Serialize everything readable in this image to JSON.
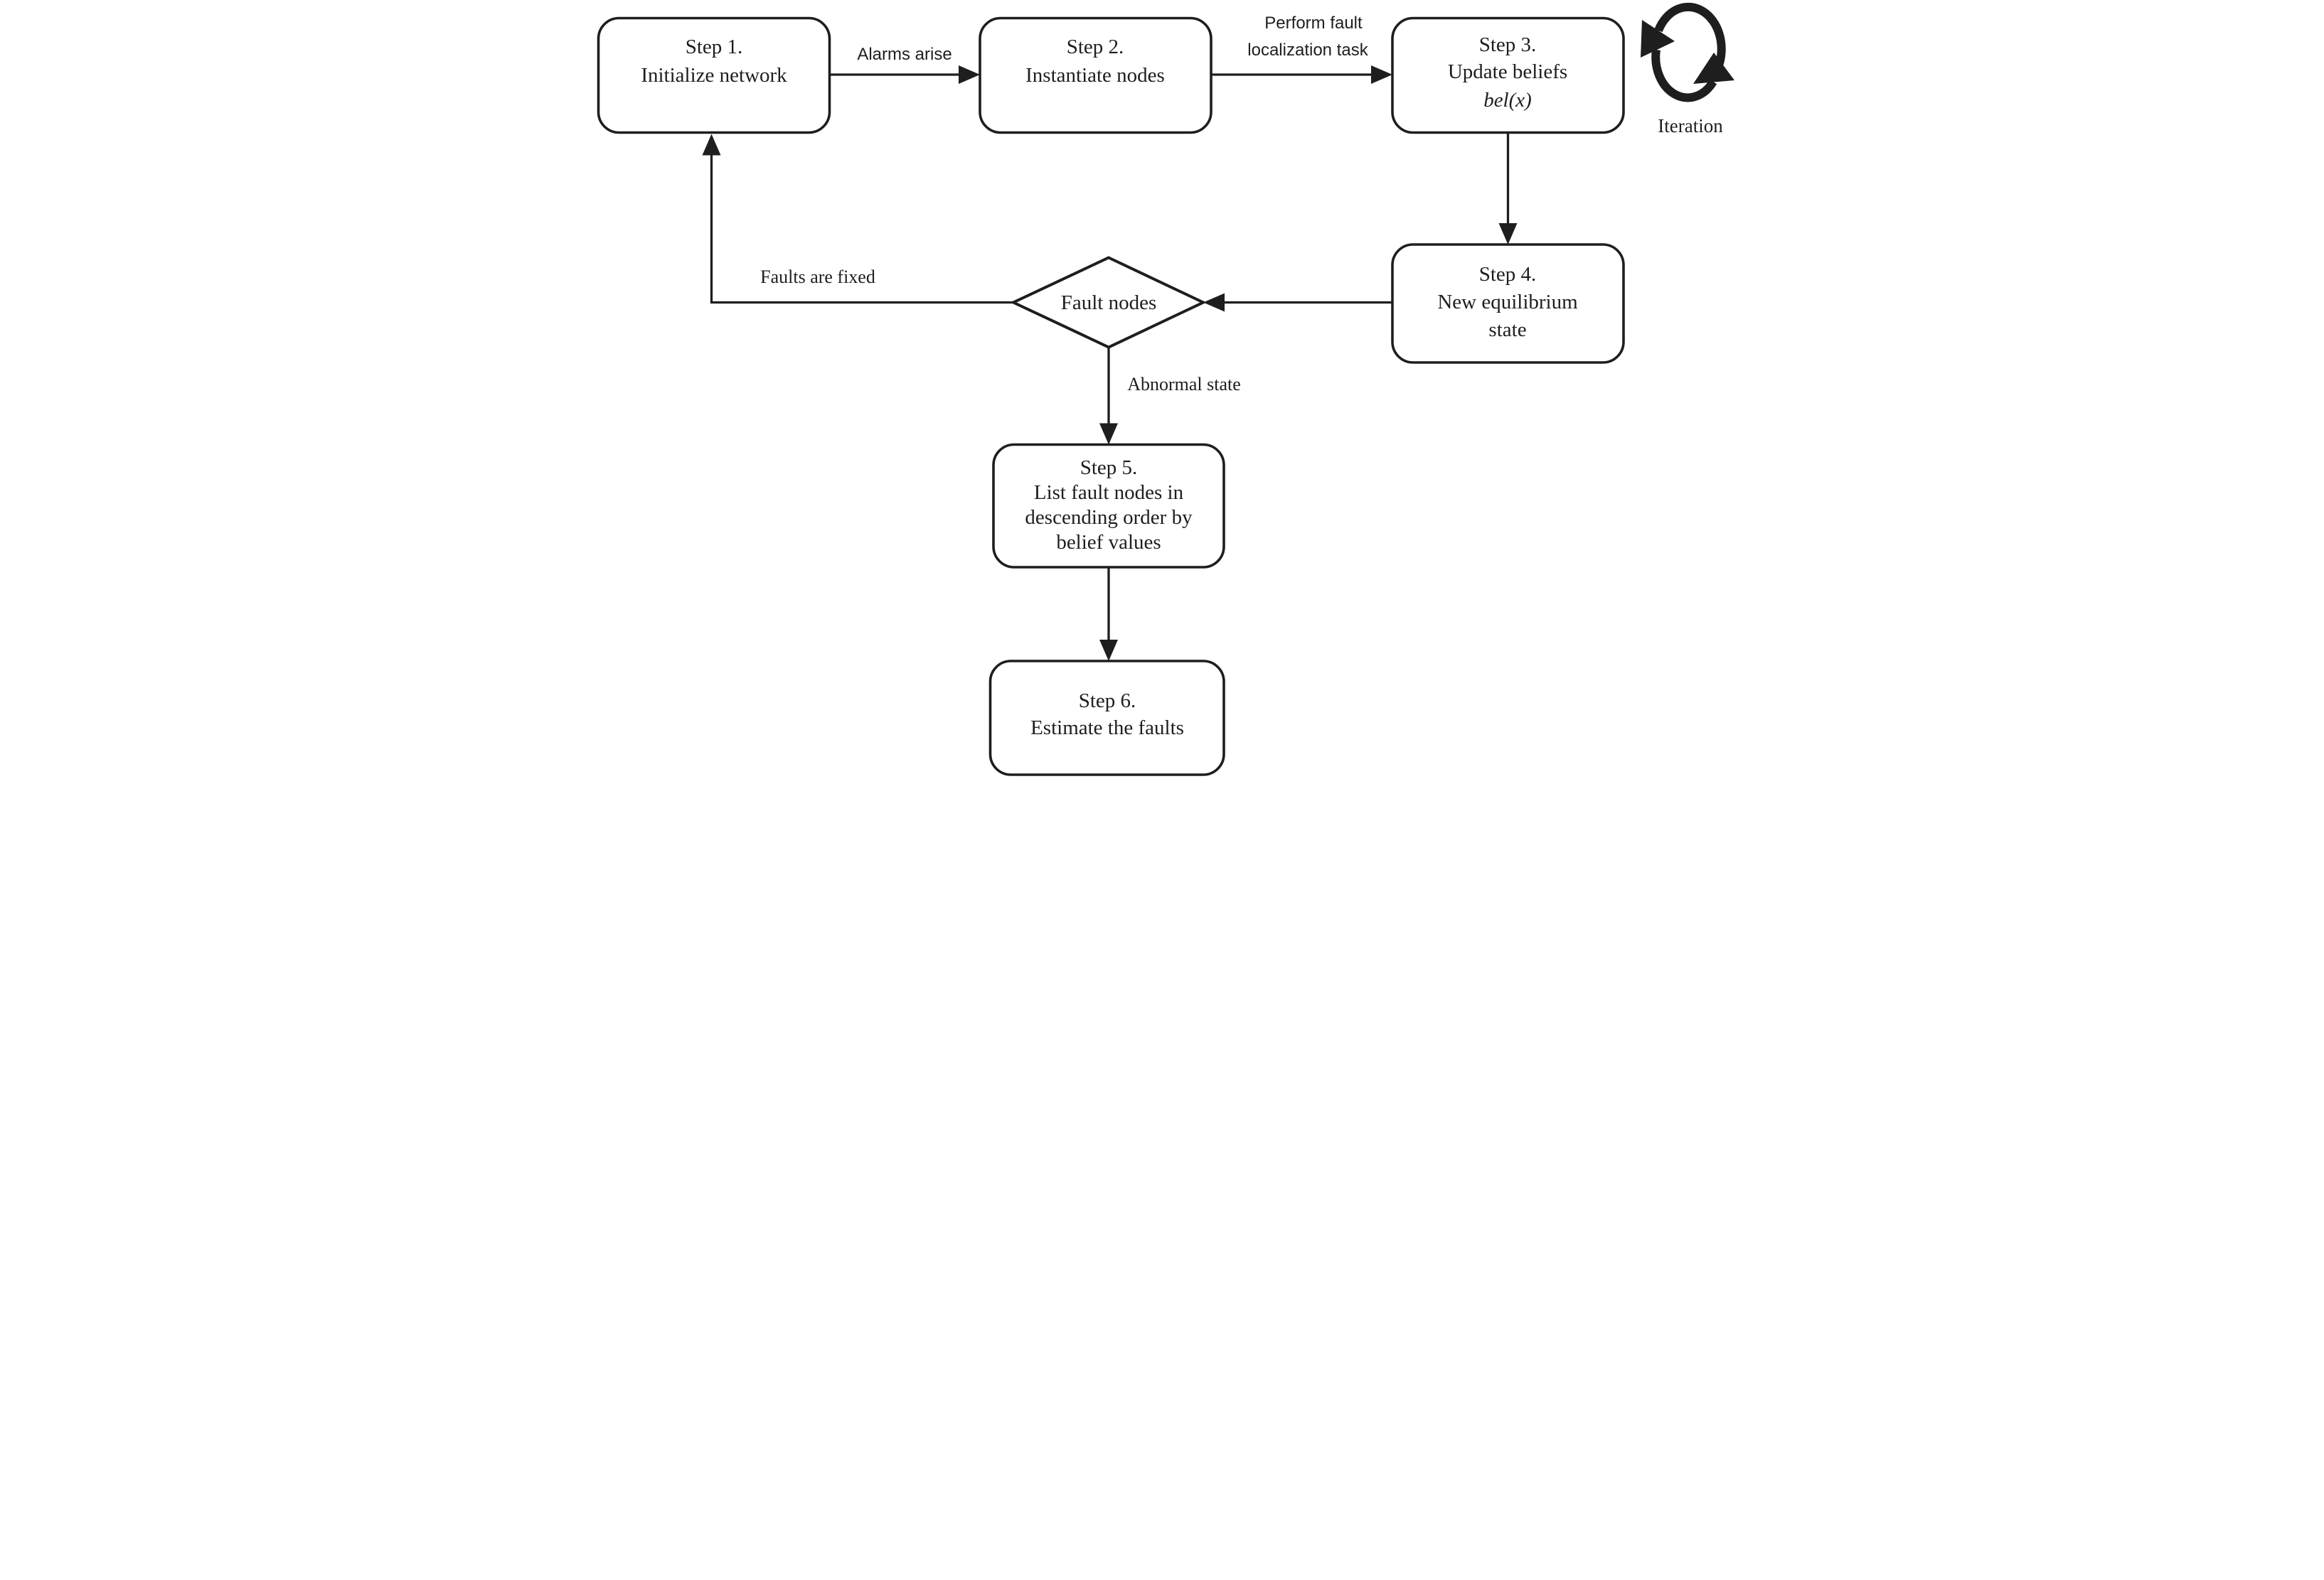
{
  "figure": {
    "type": "flowchart",
    "background_color": "#ffffff",
    "ink_color": "#1e1e1e",
    "nodes": {
      "step1": {
        "shape": "rounded-rect",
        "lines": [
          "Step 1.",
          "Initialize  network"
        ]
      },
      "step2": {
        "shape": "rounded-rect",
        "lines": [
          "Step 2.",
          "Instantiate nodes"
        ]
      },
      "step3": {
        "shape": "rounded-rect",
        "lines": [
          "Step 3.",
          "Update beliefs"
        ],
        "formula": "bel(x)"
      },
      "step4": {
        "shape": "rounded-rect",
        "lines": [
          "Step 4.",
          "New equilibrium",
          "state"
        ]
      },
      "step5": {
        "shape": "rounded-rect",
        "lines": [
          "Step 5.",
          "List fault nodes in",
          "descending order by",
          "belief values"
        ]
      },
      "step6": {
        "shape": "rounded-rect",
        "lines": [
          "Step 6.",
          "Estimate the faults"
        ]
      },
      "decision": {
        "shape": "diamond",
        "label": "Fault nodes"
      }
    },
    "edges": [
      {
        "from": "step1",
        "to": "step2",
        "label": "Alarms arise"
      },
      {
        "from": "step2",
        "to": "step3",
        "label": "Perform  fault localization task"
      },
      {
        "from": "step3",
        "to": "step4",
        "label": ""
      },
      {
        "from": "step4",
        "to": "decision",
        "label": ""
      },
      {
        "from": "decision",
        "to": "step1",
        "label": "Faults are fixed"
      },
      {
        "from": "decision",
        "to": "step5",
        "label": "Abnormal state"
      },
      {
        "from": "step5",
        "to": "step6",
        "label": ""
      }
    ],
    "edge_labels": {
      "alarms": "Alarms arise",
      "perform_line1": "Perform  fault",
      "perform_line2": "localization task",
      "faults_fixed": "Faults are fixed",
      "abnormal": "Abnormal state"
    },
    "iteration": {
      "label": "Iteration",
      "icon": "cycle-arrows-icon"
    }
  }
}
